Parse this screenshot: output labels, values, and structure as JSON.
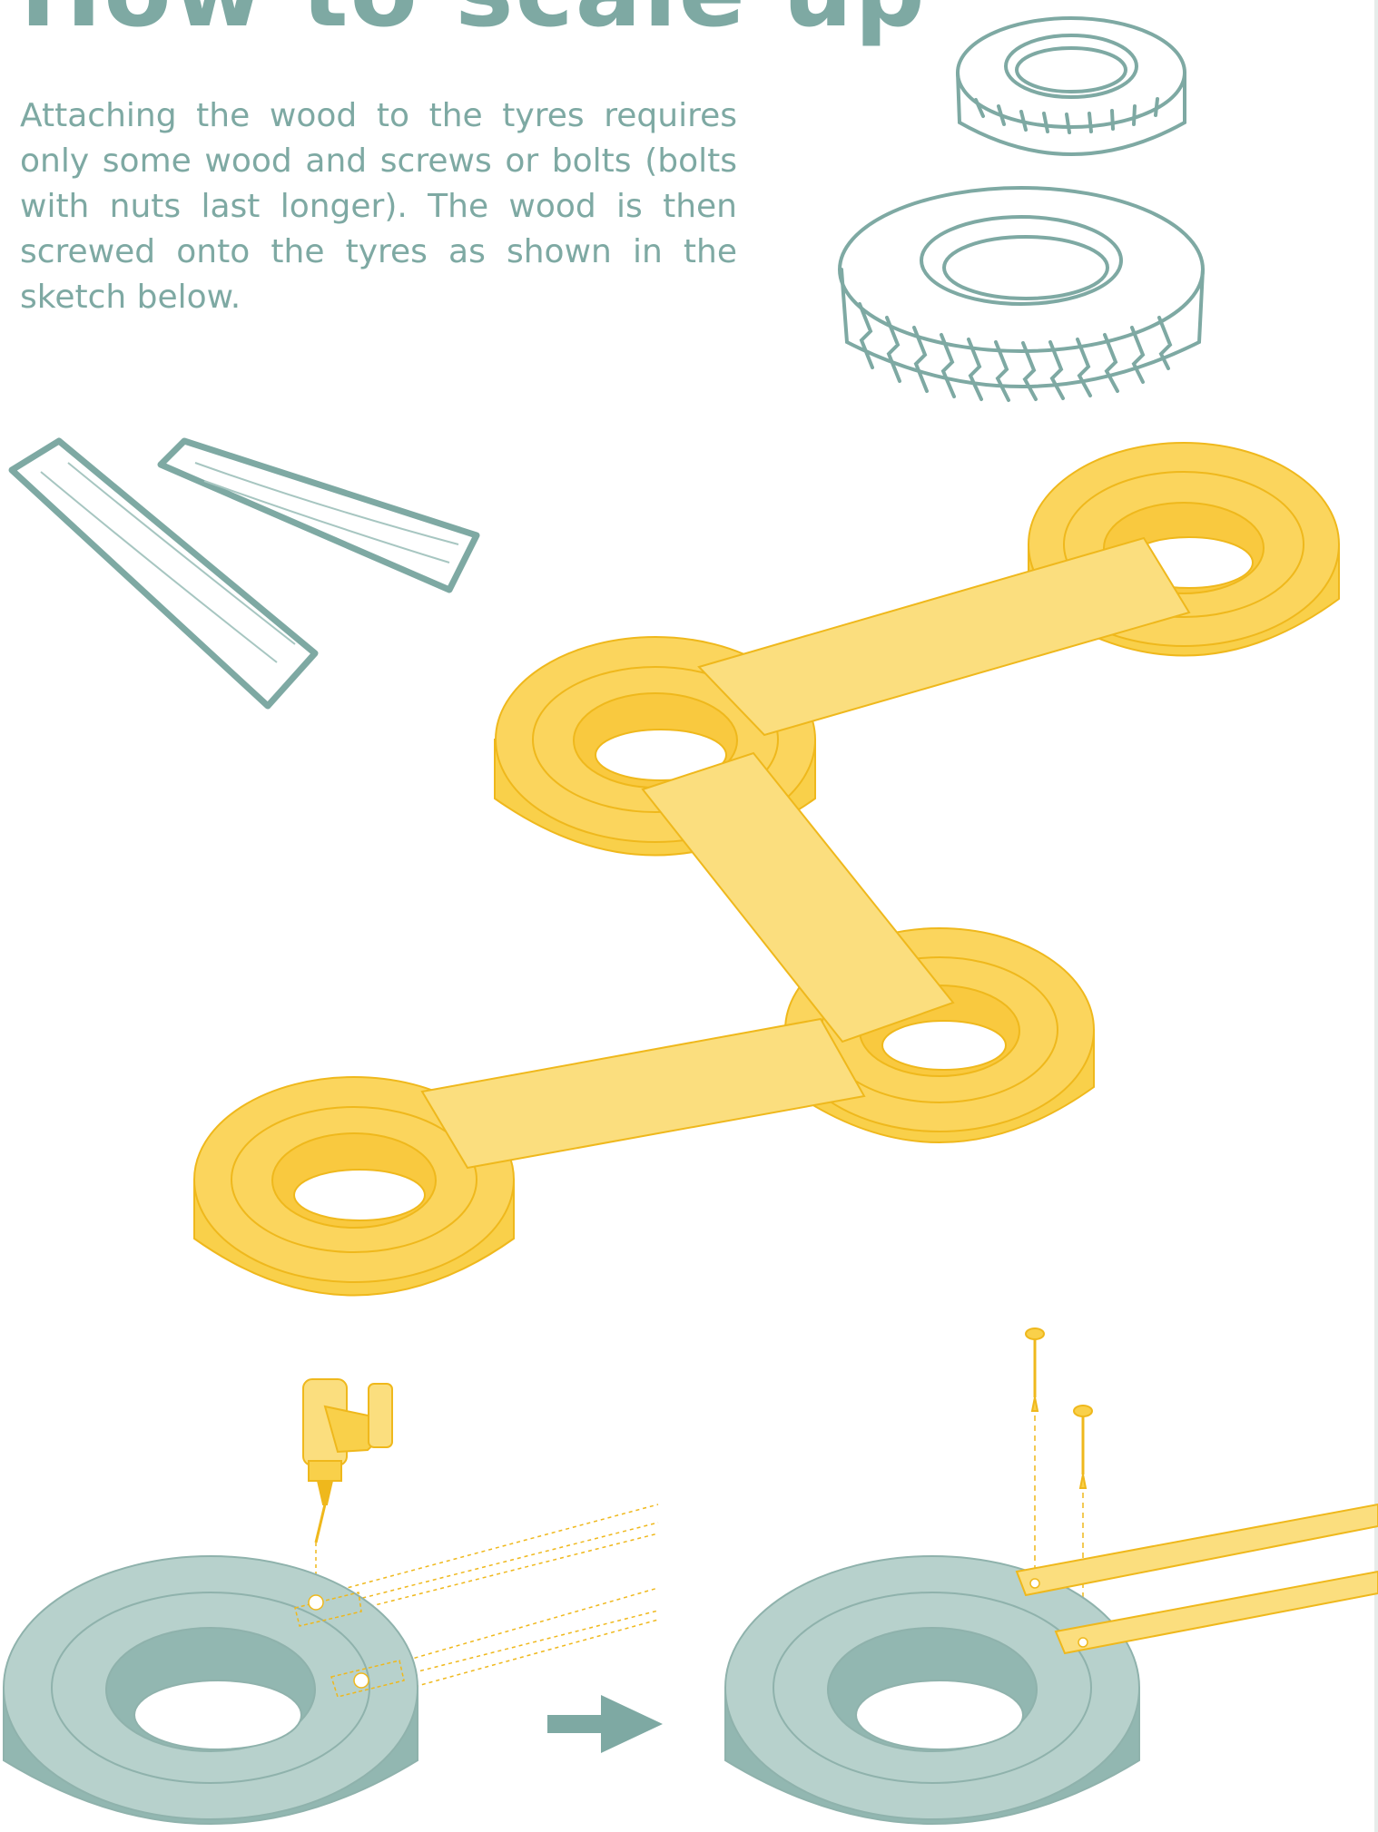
{
  "page": {
    "heading": "How to scale up",
    "intro": "Attaching the wood to the tyres requires only some wood and screws or bolts (bolts with nuts last longer). The wood is then screwed onto the tyres as shown in the sketch below."
  },
  "illustrations": {
    "tyre_sketch": "tyre-stack-sketch",
    "plank_sketch": "wood-plank-sketch",
    "assembly": "tyre-plank-assembly",
    "step_drill": "drill-step",
    "step_attach": "screw-step",
    "arrow": "next-step-arrow"
  },
  "colors": {
    "accent": "#7ea9a3",
    "yellow": "#f9d04a",
    "yellow_light": "#fbde7e",
    "yellow_stroke": "#efb81c",
    "teal_fill": "#a7c6c1",
    "teal_dark": "#92b7b1"
  }
}
